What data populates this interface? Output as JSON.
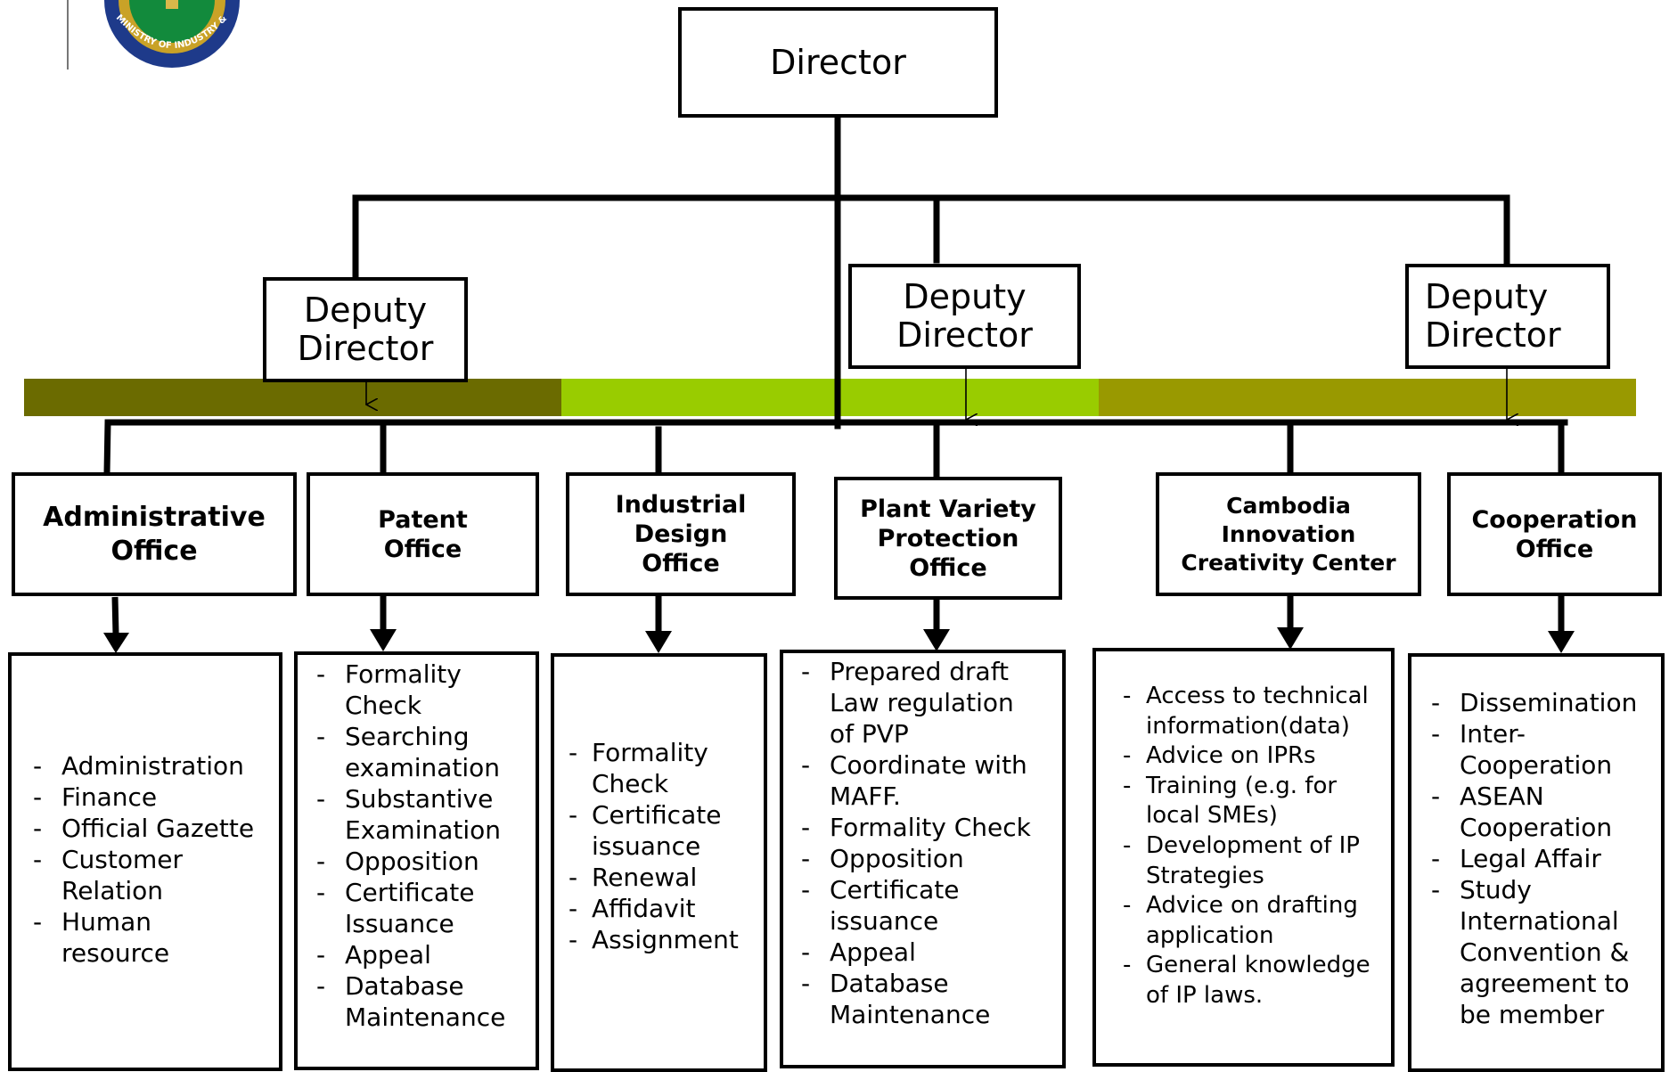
{
  "logo": {
    "seal_text": "MINISTRY OF INDUSTRY & HANDICRAFT",
    "colors": {
      "ring": "#1e3a8a",
      "gear": "#c9a227",
      "center": "#128a3c"
    }
  },
  "director": {
    "label": "Director"
  },
  "deputies": [
    {
      "label": "Deputy Director"
    },
    {
      "label": "Deputy Director"
    },
    {
      "label": "Deputy Director"
    }
  ],
  "band_colors": [
    "#6b6b00",
    "#99cc00",
    "#999900"
  ],
  "offices": [
    {
      "name": "Administrative Office"
    },
    {
      "name": "Patent Office"
    },
    {
      "name": "Industrial Design Office"
    },
    {
      "name": "Plant Variety Protection Office"
    },
    {
      "name": "Cambodia Innovation Creativity Center"
    },
    {
      "name": "Cooperation Office"
    }
  ],
  "duties": [
    {
      "marker": "-",
      "items": [
        "Administration",
        "Finance",
        "Official Gazette",
        "Customer Relation",
        "Human resource"
      ]
    },
    {
      "marker": "-",
      "items": [
        "Formality Check",
        "Searching examination",
        "Substantive Examination",
        "Opposition",
        "Certificate Issuance",
        "Appeal",
        "Database Maintenance"
      ]
    },
    {
      "marker": "-",
      "items": [
        "Formality Check",
        "Certificate issuance",
        "Renewal",
        "Affidavit",
        "Assignment"
      ]
    },
    {
      "marker": "-",
      "items": [
        "Prepared draft Law regulation of PVP",
        "Coordinate with MAFF.",
        "Formality Check",
        "Opposition",
        "Certificate issuance",
        "Appeal",
        "Database Maintenance"
      ]
    },
    {
      "marker": "-",
      "items": [
        "Access to technical information(data)",
        "Advice on IPRs",
        "Training (e.g. for local SMEs)",
        "Development of IP Strategies",
        "Advice on drafting application",
        "General knowledge of IP laws."
      ]
    },
    {
      "marker": "-",
      "items": [
        "Dissemination",
        "Inter-Cooperation",
        "ASEAN Cooperation",
        "Legal Affair",
        "Study International Convention & agreement to be member"
      ]
    }
  ]
}
